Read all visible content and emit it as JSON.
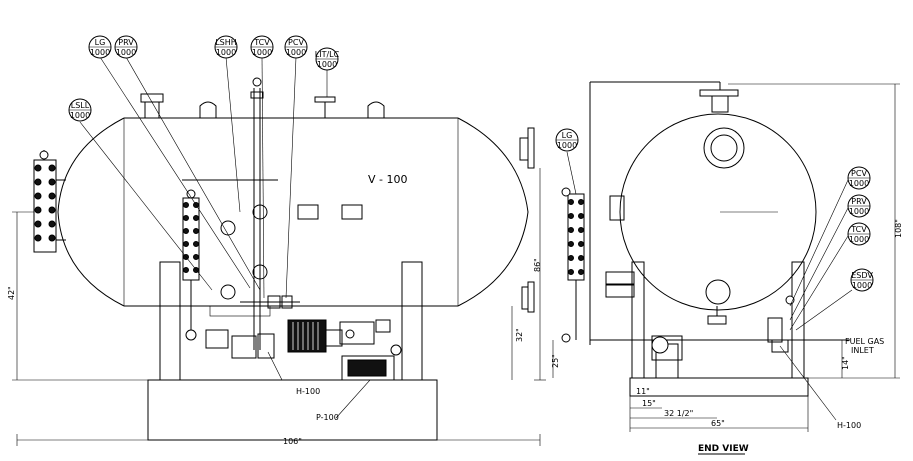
{
  "vessel_label": "V - 100",
  "heater_label": "H-100",
  "pump_label": "P-100",
  "end_view_title": "END VIEW",
  "fuel_gas_label_1": "FUEL GAS",
  "fuel_gas_label_2": "INLET",
  "tags": [
    {
      "name": "LG",
      "number": "1000"
    },
    {
      "name": "PRV",
      "number": "1000"
    },
    {
      "name": "LSHH",
      "number": "1000"
    },
    {
      "name": "TCV",
      "number": "1000"
    },
    {
      "name": "PCV",
      "number": "1000"
    },
    {
      "name": "LIT/LC",
      "number": "1000"
    },
    {
      "name": "LSLL",
      "number": "1000"
    },
    {
      "name": "LG",
      "number": "1000"
    },
    {
      "name": "PCV",
      "number": "1000"
    },
    {
      "name": "PRV",
      "number": "1000"
    },
    {
      "name": "TCV",
      "number": "1000"
    },
    {
      "name": "ESDV",
      "number": "1000"
    }
  ],
  "dimensions": {
    "side_length": "106\"",
    "side_height_left": "42\"",
    "side_height_right": "86\"",
    "saddle_height": "32\"",
    "end_height_total": "108\"",
    "end_height_base": "25\"",
    "end_height_inlet": "14\"",
    "end_width": "65\"",
    "end_offset_1": "11\"",
    "end_offset_2": "15\"",
    "end_offset_3": "32 1/2\""
  }
}
